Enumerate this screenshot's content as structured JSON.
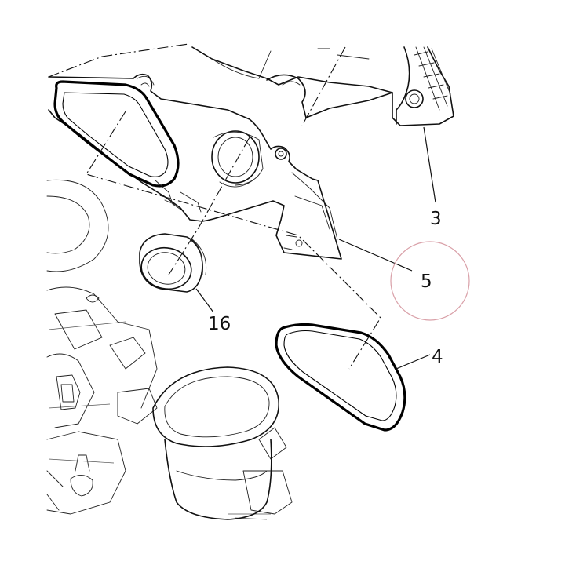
{
  "callouts": {
    "c3": "3",
    "c4": "4",
    "c5": "5",
    "c16": "16"
  },
  "colors": {
    "line": "#111111",
    "highlight_circle": "#d9a0a8",
    "background": "#ffffff"
  }
}
